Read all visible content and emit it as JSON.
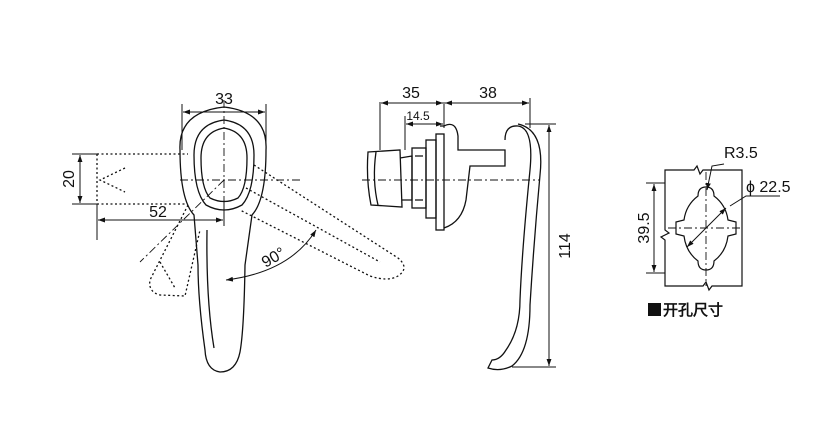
{
  "front_view": {
    "width_dim": "33",
    "height_dim": "20",
    "offset_dim": "52",
    "rotation_angle": "90°"
  },
  "side_view": {
    "depth_dim": "35",
    "shank_dim": "14.5",
    "handle_depth_dim": "38",
    "height_dim": "114"
  },
  "cutout": {
    "radius_label": "R3.5",
    "diameter_label": "ϕ 22.5",
    "width_dim": "39.5",
    "caption": "开孔尺寸"
  }
}
